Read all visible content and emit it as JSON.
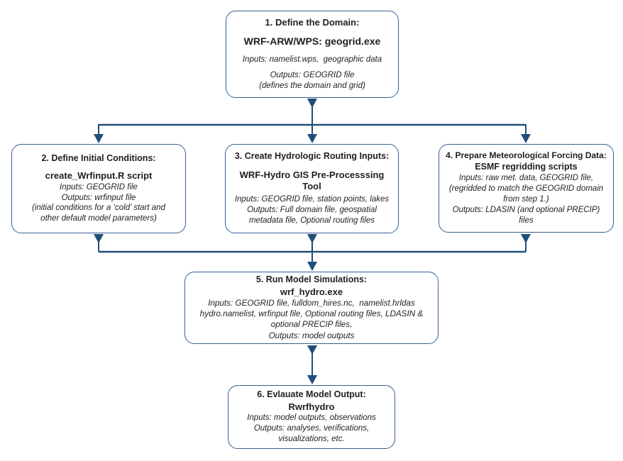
{
  "colors": {
    "box_border": "#366092",
    "arrow": "#1F4E79",
    "text": "#1F1F1F",
    "background": "#FFFFFF"
  },
  "boxes": [
    {
      "title": "1. Define the Domain:",
      "subtitle": "WRF-ARW/WPS: geogrid.exe",
      "lines": [
        "Inputs: namelist.wps,  geographic data",
        "Outputs: GEOGRID file",
        "(defines the domain and grid)"
      ]
    },
    {
      "title": "2. Define Initial Conditions:",
      "subtitle": "create_Wrfinput.R script",
      "lines": [
        "Inputs: GEOGRID file",
        "Outputs: wrfinput file",
        "(initial conditions for a ‘cold’ start and",
        "other default model parameters)"
      ]
    },
    {
      "title": "3. Create Hydrologic Routing Inputs:",
      "subtitle": "WRF-Hydro GIS Pre-Processsing Tool",
      "lines": [
        "Inputs: GEOGRID file, station points, lakes",
        "Outputs: Full domain file, geospatial",
        "metadata file, Optional routing files"
      ]
    },
    {
      "title": "4. Prepare Meteorological Forcing Data:",
      "subtitle": "ESMF regridding scripts",
      "lines": [
        "Inputs: raw met. data, GEOGRID file,",
        "(regridded to match the GEOGRID domain",
        "from step 1.)",
        "Outputs: LDASIN (and optional PRECIP) files"
      ]
    },
    {
      "title": "5. Run Model Simulations:",
      "subtitle": "wrf_hydro.exe",
      "lines": [
        "Inputs: GEOGRID file, fulldom_hires.nc,  namelist.hrldas",
        "hydro.namelist, wrfinput file, Optional routing files, LDASIN &",
        "optional PRECIP files,",
        "Outputs: model outputs"
      ]
    },
    {
      "title": "6. Evlauate Model Output:",
      "subtitle": "Rwrfhydro",
      "lines": [
        "Inputs: model outputs, observations",
        "Outputs: analyses, verifications,",
        "visualizations, etc."
      ]
    }
  ]
}
